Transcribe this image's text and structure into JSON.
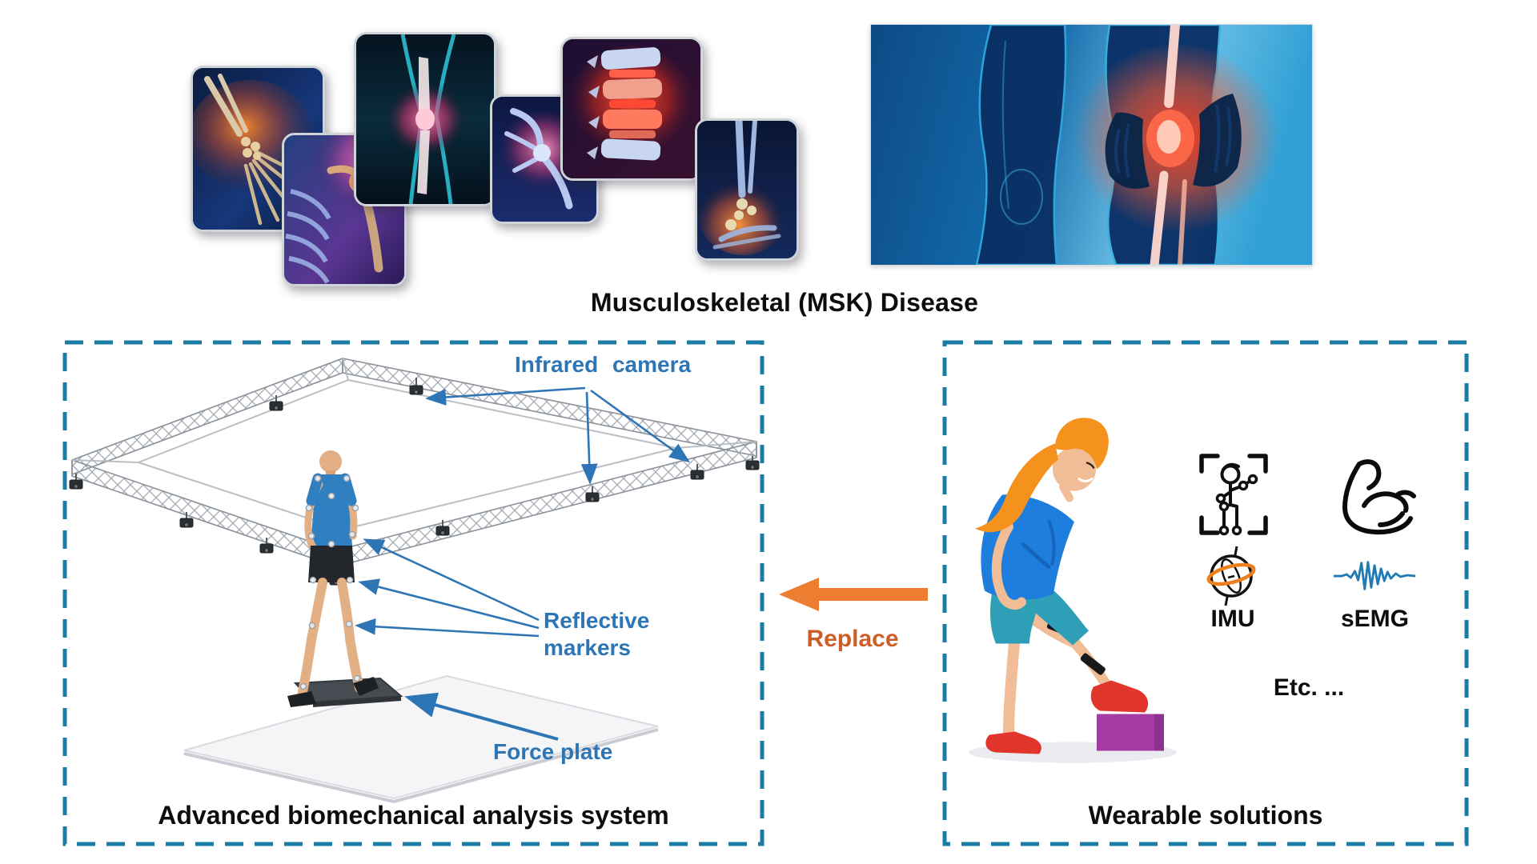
{
  "title": "Musculoskeletal (MSK) Disease",
  "collage": {
    "description": "six rounded x-ray style images of painful joints",
    "items": [
      {
        "name": "wrist-pain-image"
      },
      {
        "name": "shoulder-pain-image"
      },
      {
        "name": "knee-pain-image"
      },
      {
        "name": "hip-pain-image"
      },
      {
        "name": "spine-pain-image"
      },
      {
        "name": "ankle-pain-image"
      }
    ],
    "hero": {
      "name": "knee-pain-hero-image"
    }
  },
  "left_panel": {
    "label_infrared": "Infrared camera",
    "label_reflective_1": "Reflective",
    "label_reflective_2": "markers",
    "label_force_plate": "Force plate",
    "caption": "Advanced biomechanical analysis system"
  },
  "connector": {
    "label": "Replace",
    "direction": "left"
  },
  "right_panel": {
    "label_imu": "IMU",
    "label_semg": "sEMG",
    "label_etc": "Etc. ...",
    "caption": "Wearable solutions",
    "icons": [
      "pose-tracking-icon",
      "muscle-icon",
      "imu-gyroscope-icon",
      "semg-wave-icon"
    ]
  },
  "colors": {
    "callout_blue": "#2E75B6",
    "box_border_dashed": "#1b7ca6",
    "replace_arrow_orange": "#ED7D31",
    "replace_text_orange": "#CE5E28",
    "semg_wave_blue": "#1f7ab5",
    "imu_ring_orange": "#ee7f1d",
    "caption_black": "#0d0d0d"
  }
}
